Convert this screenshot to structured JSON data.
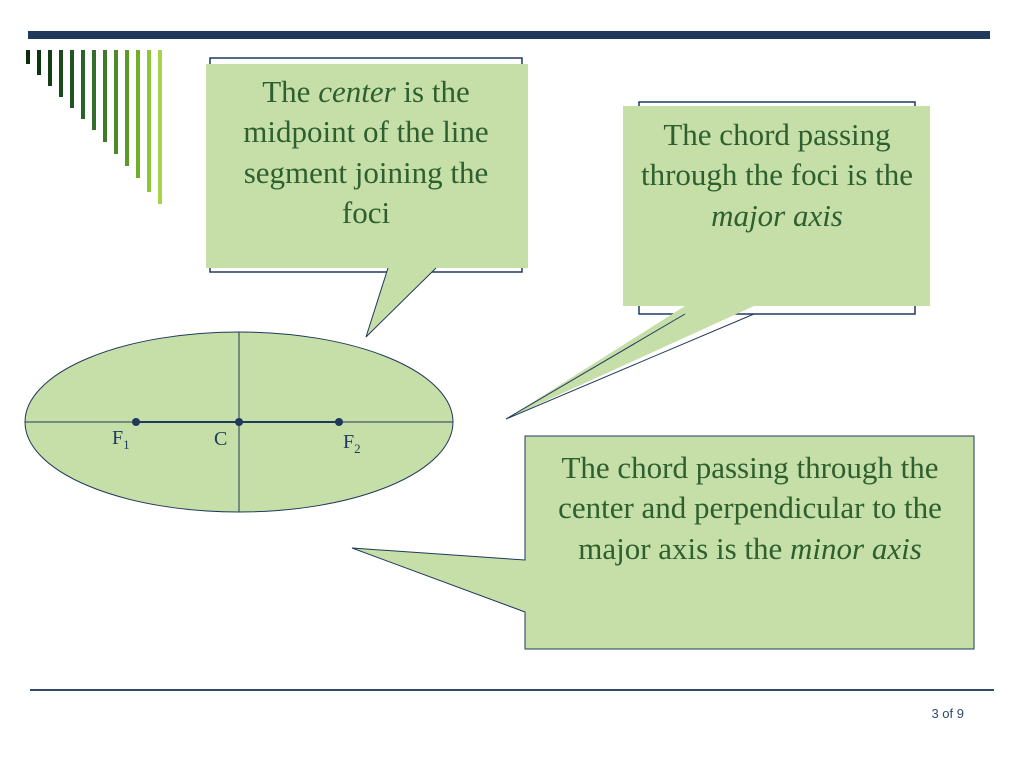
{
  "callouts": {
    "center": {
      "pre": "The ",
      "em": "center",
      "post": " is the midpoint of the line segment joining the foci"
    },
    "major": {
      "pre": "The chord passing through the foci is the ",
      "em": "major axis",
      "post": ""
    },
    "minor": {
      "pre": "The chord passing through the center and perpendicular to the major axis is the ",
      "em": "minor axis",
      "post": ""
    }
  },
  "labels": {
    "f1_letter": "F",
    "f1_sub": "1",
    "center": "C",
    "f2_letter": "F",
    "f2_sub": "2"
  },
  "footer": {
    "page": "3 of 9"
  },
  "colors": {
    "fill": "#c6dea7",
    "border": "#1f3a5c",
    "text": "#2e5f2e",
    "bar": "#1f3a5c"
  }
}
